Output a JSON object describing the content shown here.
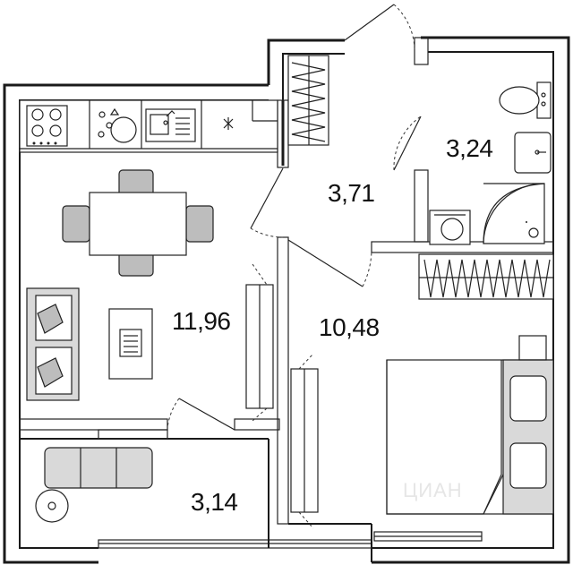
{
  "rooms": {
    "kitchen_living": {
      "area": "11,96"
    },
    "hallway": {
      "area": "3,71"
    },
    "bathroom": {
      "area": "3,24"
    },
    "bedroom": {
      "area": "10,48"
    },
    "balcony": {
      "area": "3,14"
    }
  },
  "watermark": "ЦИАН",
  "colors": {
    "wall": "#1a1a1a",
    "furniture_fill": "#bdbdbd",
    "background": "#ffffff"
  }
}
